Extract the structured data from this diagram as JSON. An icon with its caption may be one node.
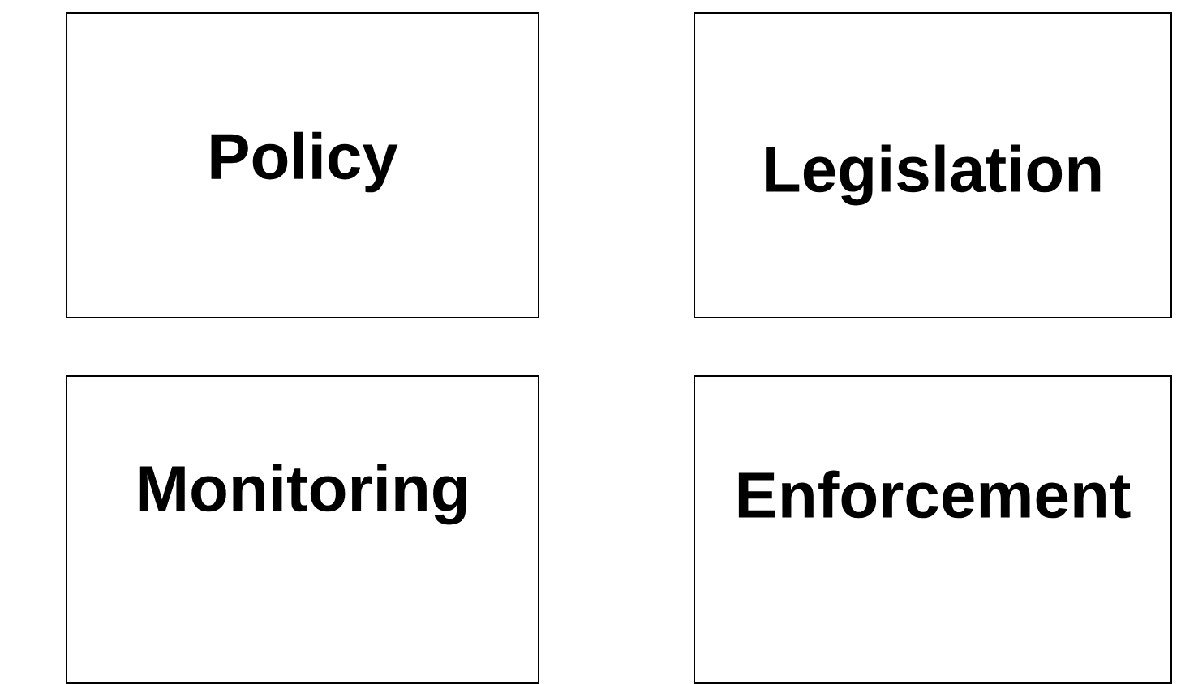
{
  "diagram": {
    "nodes": [
      {
        "text": [
          "Policy"
        ]
      },
      {
        "text": [
          "Legislation"
        ]
      },
      {
        "text": [
          "Monitoring"
        ]
      },
      {
        "text": [
          "Enforcement"
        ]
      }
    ]
  }
}
